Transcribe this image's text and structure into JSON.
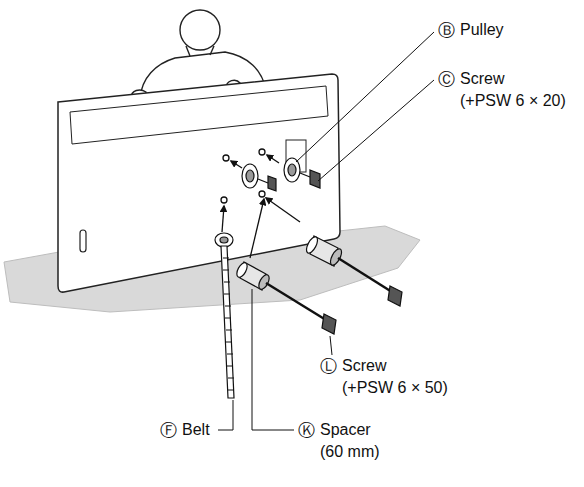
{
  "diagram": {
    "labels": [
      "Ⓑ",
      "Pulley",
      "Ⓒ",
      "Screw",
      "(+PSW 6 × 20)",
      "Ⓛ",
      "Screw",
      "(+PSW 6 × 50)",
      "Ⓕ",
      "Belt",
      "Ⓚ",
      "Spacer",
      "(60 mm)"
    ]
  }
}
